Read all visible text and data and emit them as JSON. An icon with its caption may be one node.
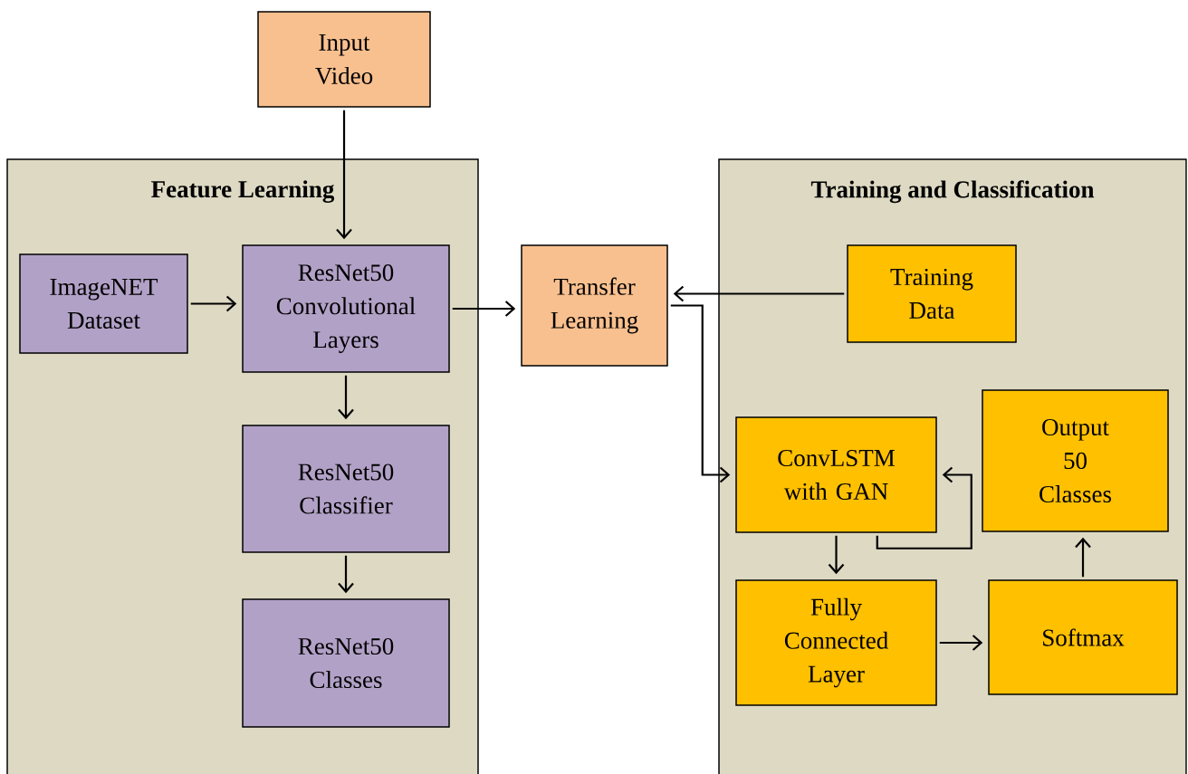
{
  "diagram": {
    "nodes": [
      {
        "text": [
          "Input Video"
        ]
      },
      {
        "text": [
          "Feature Learning"
        ]
      },
      {
        "text": [
          "ImageNET Dataset"
        ],
        "in": 1
      },
      {
        "text": [
          "ResNet50 Convolutional Layers"
        ],
        "in": 1
      },
      {
        "text": [
          "ResNet50 Classifier"
        ],
        "in": 1
      },
      {
        "text": [
          "ResNet50 Classes"
        ],
        "in": 1
      },
      {
        "text": [
          "Transfer Learning"
        ]
      },
      {
        "text": [
          "Training and Classification"
        ]
      },
      {
        "text": [
          "Training Data"
        ],
        "in": 7
      },
      {
        "text": [
          "ConvLSTM with GAN"
        ],
        "in": 7
      },
      {
        "text": [
          "Output 50 Classes"
        ],
        "in": 7
      },
      {
        "text": [
          "Fully Connected Layer"
        ],
        "in": 7
      },
      {
        "text": [
          "Softmax"
        ],
        "in": 7
      }
    ],
    "edges": [
      {
        "from": 0,
        "to": 3,
        "arrow": "to"
      },
      {
        "from": 2,
        "to": 3,
        "arrow": "to"
      },
      {
        "from": 3,
        "to": 6,
        "arrow": "to"
      },
      {
        "from": 8,
        "to": 6,
        "arrow": "to"
      },
      {
        "from": 6,
        "to": 9,
        "arrow": "to"
      },
      {
        "from": 9,
        "to": 9,
        "arrow": "to"
      },
      {
        "from": 3,
        "to": 4,
        "arrow": "to"
      },
      {
        "from": 4,
        "to": 5,
        "arrow": "to"
      },
      {
        "from": 9,
        "to": 11,
        "arrow": "to"
      },
      {
        "from": 11,
        "to": 12,
        "arrow": "to"
      },
      {
        "from": 12,
        "to": 10,
        "arrow": "to"
      }
    ]
  }
}
